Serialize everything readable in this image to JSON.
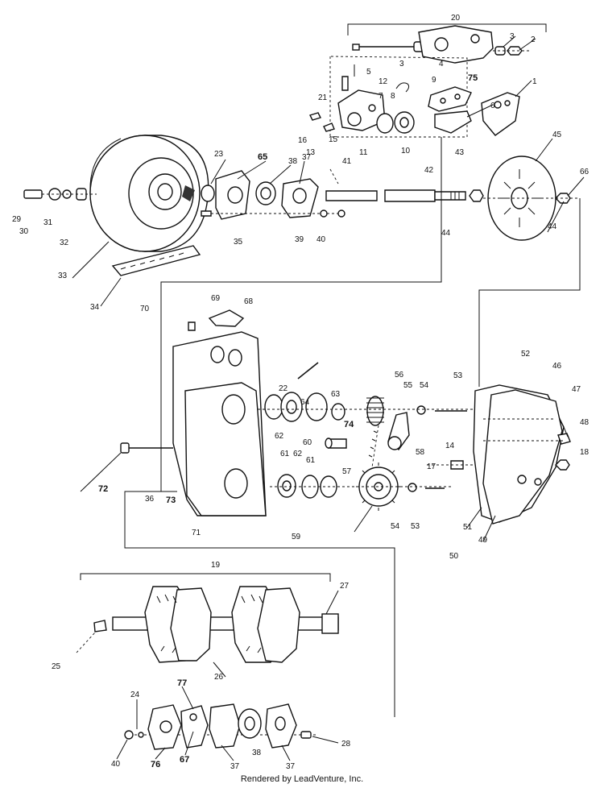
{
  "footer": "Rendered by LeadVenture, Inc.",
  "callouts": [
    "20",
    "3",
    "2",
    "3",
    "4",
    "5",
    "1",
    "75",
    "9",
    "12",
    "6",
    "7",
    "8",
    "21",
    "16",
    "13",
    "15",
    "11",
    "10",
    "45",
    "23",
    "65",
    "38",
    "37",
    "41",
    "43",
    "42",
    "66",
    "29",
    "30",
    "31",
    "32",
    "35",
    "39",
    "40",
    "44",
    "44",
    "33",
    "34",
    "70",
    "69",
    "68",
    "52",
    "46",
    "22",
    "56",
    "55",
    "54",
    "53",
    "47",
    "63",
    "64",
    "48",
    "74",
    "62",
    "60",
    "14",
    "18",
    "72",
    "61",
    "58",
    "17",
    "36",
    "73",
    "62",
    "61",
    "57",
    "54",
    "53",
    "51",
    "49",
    "71",
    "59",
    "50",
    "19",
    "27",
    "25",
    "26",
    "77",
    "24",
    "28",
    "40",
    "76",
    "67",
    "37",
    "38",
    "37"
  ]
}
